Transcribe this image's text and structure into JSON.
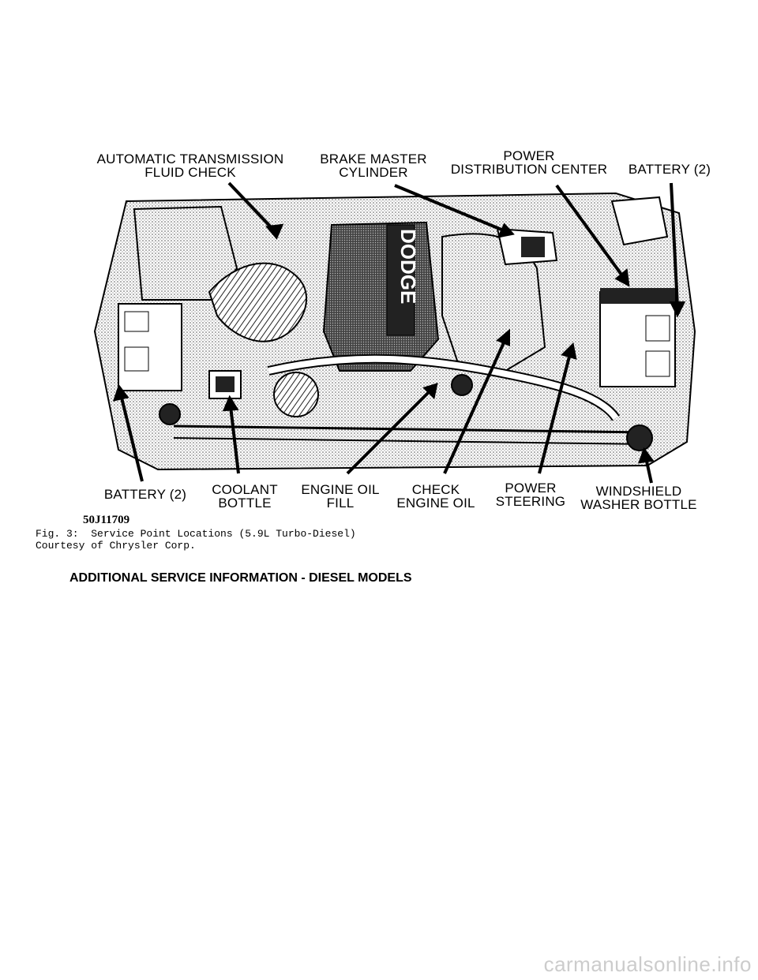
{
  "figure": {
    "labels_top": [
      {
        "key": "atf",
        "lines": [
          "AUTOMATIC TRANSMISSION",
          "FLUID CHECK"
        ]
      },
      {
        "key": "brake",
        "lines": [
          "BRAKE  MASTER",
          "CYLINDER"
        ]
      },
      {
        "key": "pdc",
        "lines": [
          "POWER",
          "DISTRIBUTION CENTER"
        ]
      },
      {
        "key": "battery_right",
        "lines": [
          "BATTERY (2)"
        ]
      }
    ],
    "labels_bottom": [
      {
        "key": "battery_left",
        "lines": [
          "BATTERY (2)"
        ]
      },
      {
        "key": "coolant",
        "lines": [
          "COOLANT",
          "BOTTLE"
        ]
      },
      {
        "key": "oil_fill",
        "lines": [
          "ENGINE OIL",
          "FILL"
        ]
      },
      {
        "key": "check_oil",
        "lines": [
          "CHECK",
          "ENGINE OIL"
        ]
      },
      {
        "key": "steering",
        "lines": [
          "POWER",
          "STEERING"
        ]
      },
      {
        "key": "washer",
        "lines": [
          "WINDSHIELD",
          "WASHER BOTTLE"
        ]
      }
    ],
    "engine_badge": "DODGE",
    "figure_id": "50J11709"
  },
  "caption": {
    "line1": "Fig. 3:  Service Point Locations (5.9L Turbo-Diesel)",
    "line2": "Courtesy of Chrysler Corp."
  },
  "section_heading": "ADDITIONAL SERVICE INFORMATION - DIESEL MODELS",
  "watermark": "carmanualsonline.info"
}
